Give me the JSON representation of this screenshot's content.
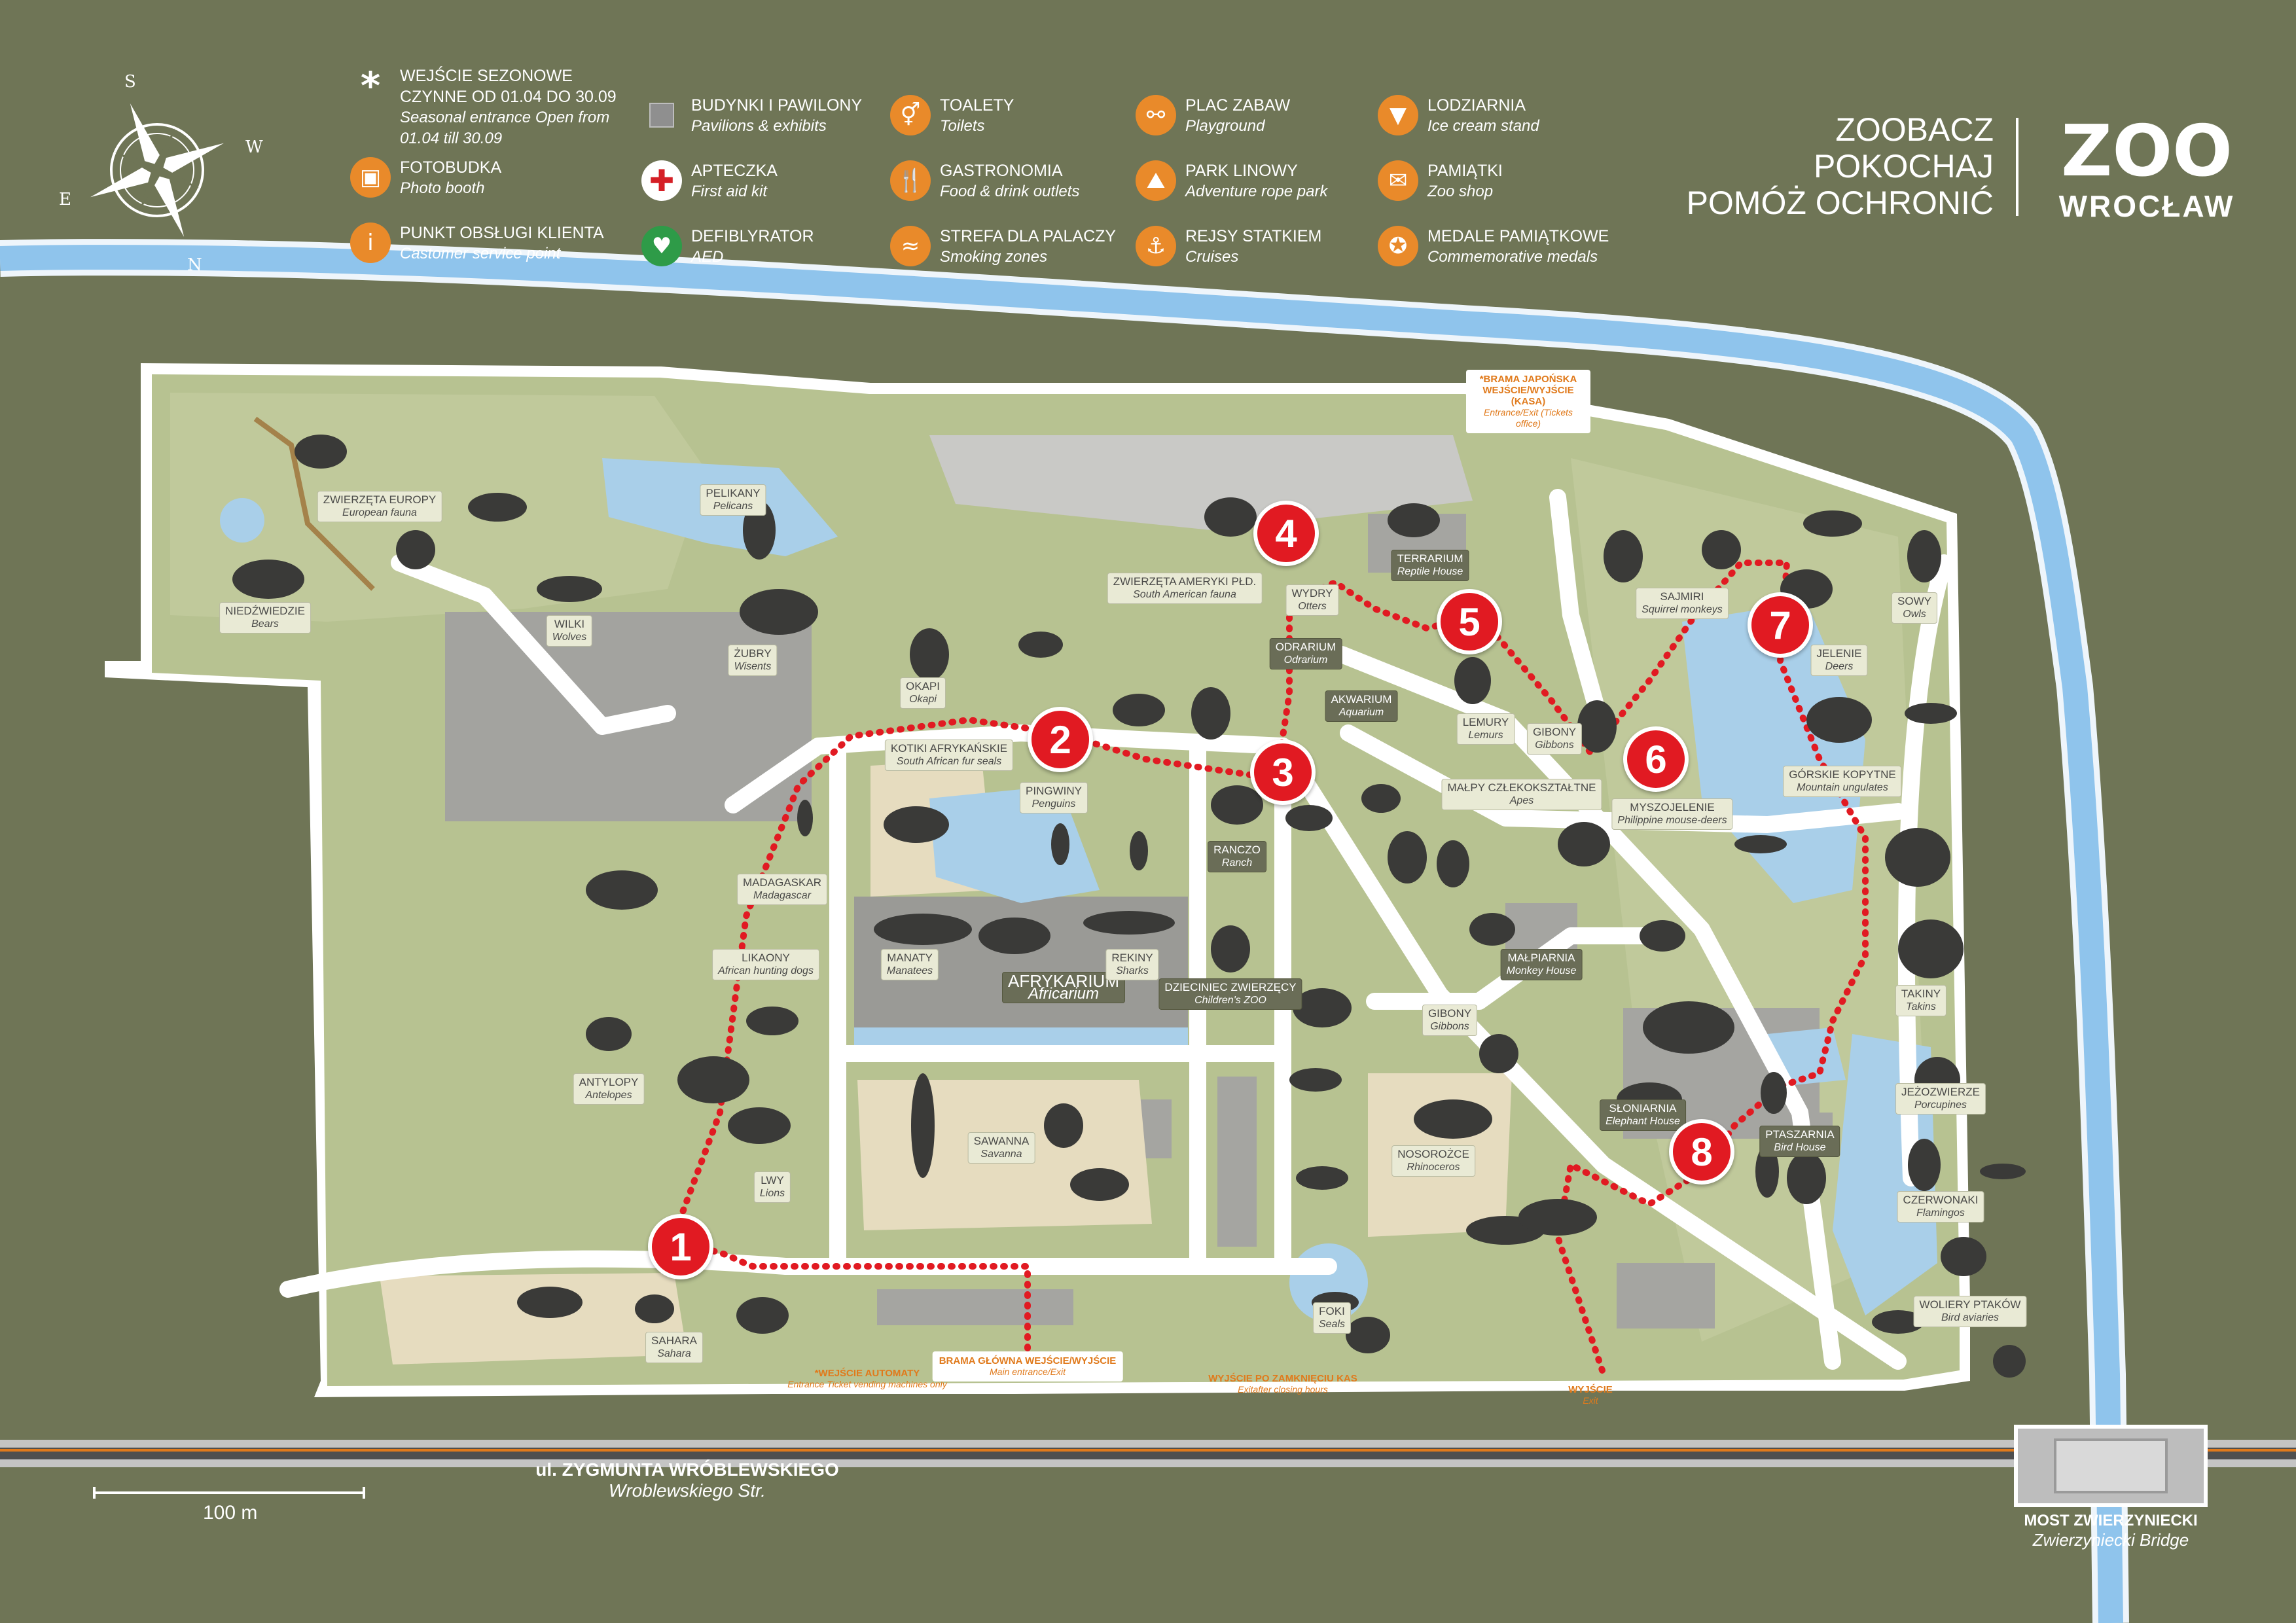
{
  "colors": {
    "background": "#6f7556",
    "river": "#8fc4ec",
    "park": "#b7c291",
    "park_light": "#c8d0a6",
    "path": "#ffffff",
    "sand": "#e6dcbf",
    "water": "#a9cfe9",
    "building": "#9a9a9a",
    "route": "#e11a22",
    "accent": "#e98a2a",
    "label_bg": "#e9ead5"
  },
  "compass": {
    "north": "N",
    "south": "S",
    "east": "E",
    "west": "W"
  },
  "legend": [
    {
      "icon": "asterisk-icon",
      "kind": "star",
      "glyph": "*",
      "pl": "WEJŚCIE SEZONOWE CZYNNE OD 01.04 DO 30.09",
      "en": "Seasonal entrance Open from 01.04 till 30.09"
    },
    {
      "icon": "photo-booth-icon",
      "kind": "orange",
      "glyph": "▣",
      "pl": "FOTOBUDKA",
      "en": "Photo booth"
    },
    {
      "icon": "info-icon",
      "kind": "orange",
      "glyph": "i",
      "pl": "PUNKT OBSŁUGI KLIENTA",
      "en": "Castomer service point"
    },
    {
      "icon": "building-icon",
      "kind": "gray",
      "glyph": "",
      "pl": "BUDYNKI I PAWILONY",
      "en": "Pavilions & exhibits"
    },
    {
      "icon": "first-aid-icon",
      "kind": "red",
      "glyph": "✚",
      "pl": "APTECZKA",
      "en": "First aid kit"
    },
    {
      "icon": "defibrillator-icon",
      "kind": "green",
      "glyph": "♥",
      "pl": "DEFIBLYRATOR",
      "en": "AED"
    },
    {
      "icon": "toilets-icon",
      "kind": "orange",
      "glyph": "⚥",
      "pl": "TOALETY",
      "en": "Toilets"
    },
    {
      "icon": "food-icon",
      "kind": "orange",
      "glyph": "🍴",
      "pl": "GASTRONOMIA",
      "en": "Food & drink outlets"
    },
    {
      "icon": "smoking-icon",
      "kind": "orange",
      "glyph": "≈",
      "pl": "STREFA DLA PALACZY",
      "en": "Smoking zones"
    },
    {
      "icon": "playground-icon",
      "kind": "orange",
      "glyph": "⚯",
      "pl": "PLAC ZABAW",
      "en": "Playground"
    },
    {
      "icon": "rope-park-icon",
      "kind": "orange",
      "glyph": "⛰",
      "pl": "PARK LINOWY",
      "en": "Adventure rope park"
    },
    {
      "icon": "anchor-icon",
      "kind": "orange",
      "glyph": "⚓",
      "pl": "REJSY STATKIEM",
      "en": "Cruises"
    },
    {
      "icon": "ice-cream-icon",
      "kind": "orange",
      "glyph": "▼",
      "pl": "LODZIARNIA",
      "en": "Ice cream stand"
    },
    {
      "icon": "gift-icon",
      "kind": "orange",
      "glyph": "✉",
      "pl": "PAMIĄTKI",
      "en": "Zoo shop"
    },
    {
      "icon": "medal-icon",
      "kind": "orange",
      "glyph": "✪",
      "pl": "MEDALE PAMIĄTKOWE",
      "en": "Commemorative medals"
    }
  ],
  "slogan": [
    "ZOOBACZ",
    "POKOCHAJ",
    "POMÓŻ OCHRONIĆ"
  ],
  "logo": {
    "mark": "ZOO",
    "name": "WROCŁAW"
  },
  "exhibits": [
    {
      "name": "european-fauna",
      "pl": "ZWIERZĘTA EUROPY",
      "en": "European fauna"
    },
    {
      "name": "bears",
      "pl": "NIEDŹWIEDZIE",
      "en": "Bears"
    },
    {
      "name": "wolves",
      "pl": "WILKI",
      "en": "Wolves"
    },
    {
      "name": "pelicans",
      "pl": "PELIKANY",
      "en": "Pelicans"
    },
    {
      "name": "wisents",
      "pl": "ŻUBRY",
      "en": "Wisents"
    },
    {
      "name": "okapi",
      "pl": "OKAPI",
      "en": "Okapi"
    },
    {
      "name": "fur-seals",
      "pl": "KOTIKI AFRYKAŃSKIE",
      "en": "South African fur seals"
    },
    {
      "name": "penguins",
      "pl": "PINGWINY",
      "en": "Penguins"
    },
    {
      "name": "south-american-fauna",
      "pl": "ZWIERZĘTA AMERYKI PŁD.",
      "en": "South American fauna"
    },
    {
      "name": "ranch",
      "pl": "RANCZO",
      "en": "Ranch",
      "dark": true
    },
    {
      "name": "otters",
      "pl": "WYDRY",
      "en": "Otters"
    },
    {
      "name": "odrarium",
      "pl": "ODRARIUM",
      "en": "Odrarium",
      "dark": true
    },
    {
      "name": "aquarium",
      "pl": "AKWARIUM",
      "en": "Aquarium",
      "dark": true
    },
    {
      "name": "terrarium",
      "pl": "TERRARIUM",
      "en": "Reptile House",
      "dark": true
    },
    {
      "name": "lemurs",
      "pl": "LEMURY",
      "en": "Lemurs"
    },
    {
      "name": "gibbons-north",
      "pl": "GIBONY",
      "en": "Gibbons"
    },
    {
      "name": "apes",
      "pl": "MAŁPY CZŁEKOKSZTAŁTNE",
      "en": "Apes"
    },
    {
      "name": "mouse-deers",
      "pl": "MYSZOJELENIE",
      "en": "Philippine mouse-deers"
    },
    {
      "name": "squirrel-monkeys",
      "pl": "SAJMIRI",
      "en": "Squirrel monkeys"
    },
    {
      "name": "deers",
      "pl": "JELENIE",
      "en": "Deers"
    },
    {
      "name": "owls",
      "pl": "SOWY",
      "en": "Owls"
    },
    {
      "name": "mountain-ungulates",
      "pl": "GÓRSKIE KOPYTNE",
      "en": "Mountain ungulates"
    },
    {
      "name": "madagascar",
      "pl": "MADAGASKAR",
      "en": "Madagascar"
    },
    {
      "name": "hunting-dogs",
      "pl": "LIKAONY",
      "en": "African hunting dogs"
    },
    {
      "name": "manatees",
      "pl": "MANATY",
      "en": "Manatees"
    },
    {
      "name": "africarium",
      "pl": "AFRYKARIUM",
      "en": "Africarium",
      "dark": true,
      "big": true
    },
    {
      "name": "sharks",
      "pl": "REKINY",
      "en": "Sharks"
    },
    {
      "name": "childrens-zoo",
      "pl": "DZIECINIEC ZWIERZĘCY",
      "en": "Children's ZOO",
      "dark": true
    },
    {
      "name": "monkey-house",
      "pl": "MAŁPIARNIA",
      "en": "Monkey House",
      "dark": true
    },
    {
      "name": "gibbons-south",
      "pl": "GIBONY",
      "en": "Gibbons"
    },
    {
      "name": "takins",
      "pl": "TAKINY",
      "en": "Takins"
    },
    {
      "name": "antelopes",
      "pl": "ANTYLOPY",
      "en": "Antelopes"
    },
    {
      "name": "savanna",
      "pl": "SAWANNA",
      "en": "Savanna"
    },
    {
      "name": "elephant-house",
      "pl": "SŁONIARNIA",
      "en": "Elephant House",
      "dark": true
    },
    {
      "name": "porcupines",
      "pl": "JEŻOZWIERZE",
      "en": "Porcupines"
    },
    {
      "name": "bird-house",
      "pl": "PTASZARNIA",
      "en": "Bird House",
      "dark": true
    },
    {
      "name": "rhinoceros",
      "pl": "NOSOROŻCE",
      "en": "Rhinoceros"
    },
    {
      "name": "lions",
      "pl": "LWY",
      "en": "Lions"
    },
    {
      "name": "flamingos",
      "pl": "CZERWONAKI",
      "en": "Flamingos"
    },
    {
      "name": "bird-aviaries",
      "pl": "WOLIERY PTAKÓW",
      "en": "Bird aviaries"
    },
    {
      "name": "seals",
      "pl": "FOKI",
      "en": "Seals"
    },
    {
      "name": "sahara",
      "pl": "SAHARA",
      "en": "Sahara"
    }
  ],
  "gates": [
    {
      "name": "japanese-gate",
      "pl": "*BRAMA JAPOŃSKA WEJŚCIE/WYJŚCIE (KASA)",
      "en": "Entrance/Exit (Tickets office)",
      "box": true
    },
    {
      "name": "vending-entrance",
      "pl": "*WEJŚCIE AUTOMATY",
      "en": "Entrance Ticket vending machines only"
    },
    {
      "name": "main-gate",
      "pl": "BRAMA GŁÓWNA WEJŚCIE/WYJŚCIE",
      "en": "Main entrance/Exit",
      "box": true
    },
    {
      "name": "after-hours-exit",
      "pl": "WYJŚCIE PO ZAMKNIĘCIU KAS",
      "en": "Exitafter closing hours"
    },
    {
      "name": "exit",
      "pl": "WYJŚCIE",
      "en": "Exit"
    }
  ],
  "route_markers": [
    "1",
    "2",
    "3",
    "4",
    "5",
    "6",
    "7",
    "8"
  ],
  "street": {
    "pl": "ul. ZYGMUNTA WRÓBLEWSKIEGO",
    "en": "Wroblewskiego Str."
  },
  "bridge": {
    "pl": "MOST ZWIERZYNIECKI",
    "en": "Zwierzyniecki Bridge"
  },
  "scale": {
    "label": "100 m"
  }
}
